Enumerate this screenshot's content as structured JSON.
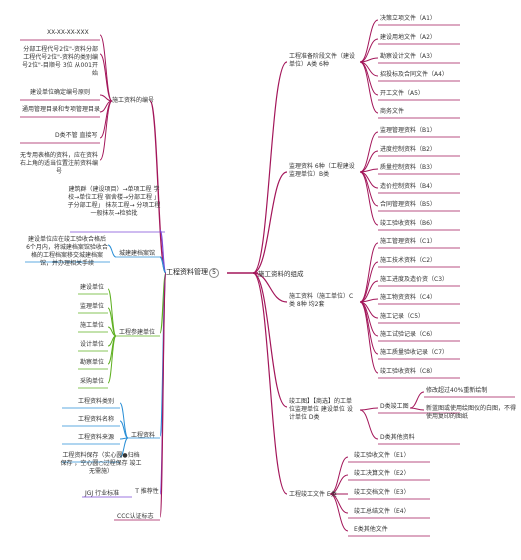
{
  "root": {
    "label": "工程资料管理",
    "badge": "5"
  },
  "right": {
    "title": "施工资料的组成",
    "groups": [
      {
        "label": "工程准备阶段文件（建设单位）A类  6种",
        "items": [
          "决策立项文件（A1）",
          "建设用地文件（A2）",
          "勘察设计文件（A3）",
          "招投标及合同文件（A4）",
          "开工文件（A5）",
          "商务文件"
        ]
      },
      {
        "label": "监理资料  6种（工程建设监理单位）B类",
        "items": [
          "监理管理资料（B1）",
          "进度控制资料（B2）",
          "质量控制资料（B3）",
          "造价控制资料（B4）",
          "合同管理资料（B5）",
          "竣工验收资料（B6）"
        ]
      },
      {
        "label": "施工资料（施工单位）C类  8种  均2套",
        "items": [
          "施工管理资料（C1）",
          "施工技术资料（C2）",
          "施工进度及造价资（C3）",
          "施工物资资料（C4）",
          "施工记录（C5）",
          "施工试验记录（C6）",
          "施工质量验收记录（C7）",
          "竣工验收资料（C8）"
        ]
      },
      {
        "label": "竣工图】【商选】的工单位监理单位  建设单位  设计单位  D类",
        "sub": {
          "label": "D类竣工图",
          "notes": [
            "修改超过40%重新绘制",
            "新蓝图或使用绘图仪的白图，不得使用复印的图纸"
          ]
        },
        "items": [
          "D类其他资料"
        ]
      },
      {
        "label": "工程竣工文件  E类",
        "items": [
          "竣工验收文件（E1）",
          "竣工决算文件（E2）",
          "竣工交档文件（E3）",
          "竣工总结文件（E4）",
          "E类其他文件"
        ]
      }
    ]
  },
  "left": {
    "numbering": {
      "label": "施工资料的编号",
      "items": [
        "XX-XX-XX-XXX",
        "分部工程代号2位\"-资料分部工程代号2位\"-资料的类别编号2位\"-目顺号 3位 从001开始",
        "建设单位确定编号原则",
        "通用管理目录和专项管理目录",
        "D类不管 直接写",
        "无专用表格的资料，应在资料右上角的适当位置注前资料编号"
      ]
    },
    "flow": "建筑群（建设项目）→单项工程 学校→单位工程 宿舍楼→分部工程 」子分部工程」 抹灰工程→ 分项工程 一般抹灰→检验批",
    "archive": {
      "label": "城建建档案馆",
      "note": "建设单位应在竣工验收合格后 6个月内，将城建档案馆验收合格的工程档案移交城建档案馆，并办理相关手续"
    },
    "participants": {
      "label": "工程参建单位",
      "items": [
        "建设单位",
        "监理单位",
        "施工单位",
        "设计单位",
        "勘察单位",
        "采购单位"
      ]
    },
    "eng": {
      "label": "工程资料",
      "items": [
        "工程资料类别",
        "工程资料名称",
        "工程资料来源",
        "工程资料保存（实心圆●归档保存  ，空心圆○过程保存  竣工无需施）"
      ]
    },
    "jgj": {
      "label": "JGJ  行业标准",
      "note": "T  推荐性"
    },
    "ccc": "CCC认证标志"
  }
}
